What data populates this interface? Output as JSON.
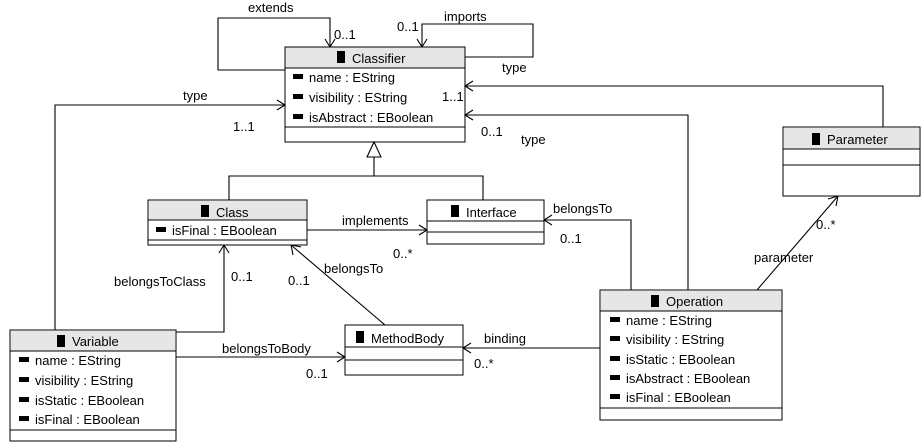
{
  "classes": {
    "classifier": {
      "name": "Classifier",
      "attributes": [
        "name : EString",
        "visibility : EString",
        "isAbstract : EBoolean"
      ]
    },
    "class": {
      "name": "Class",
      "attributes": [
        "isFinal : EBoolean"
      ]
    },
    "interface": {
      "name": "Interface",
      "attributes": []
    },
    "parameter": {
      "name": "Parameter",
      "attributes": []
    },
    "variable": {
      "name": "Variable",
      "attributes": [
        "name : EString",
        "visibility : EString",
        "isStatic : EBoolean",
        "isFinal : EBoolean"
      ]
    },
    "methodbody": {
      "name": "MethodBody",
      "attributes": []
    },
    "operation": {
      "name": "Operation",
      "attributes": [
        "name : EString",
        "visibility : EString",
        "isStatic : EBoolean",
        "isAbstract : EBoolean",
        "isFinal : EBoolean"
      ]
    }
  },
  "labels": {
    "extends": "extends",
    "extends_mult": "0..1",
    "imports": "imports",
    "imports_mult": "0..1",
    "param_type": "type",
    "param_type_mult": "1..1",
    "var_type": "type",
    "var_type_mult": "1..1",
    "op_type": "type",
    "op_type_mult": "0..1",
    "implements": "implements",
    "implements_mult": "0..*",
    "belongsTo_op": "belongsTo",
    "belongsTo_op_mult": "0..1",
    "parameter": "parameter",
    "parameter_mult": "0..*",
    "belongsToClass": "belongsToClass",
    "belongsToClass_mult": "0..1",
    "belongsTo_body": "belongsTo",
    "belongsTo_body_mult": "0..1",
    "belongsToBody": "belongsToBody",
    "belongsToBody_mult": "0..1",
    "binding": "binding",
    "binding_mult": "0..*"
  }
}
